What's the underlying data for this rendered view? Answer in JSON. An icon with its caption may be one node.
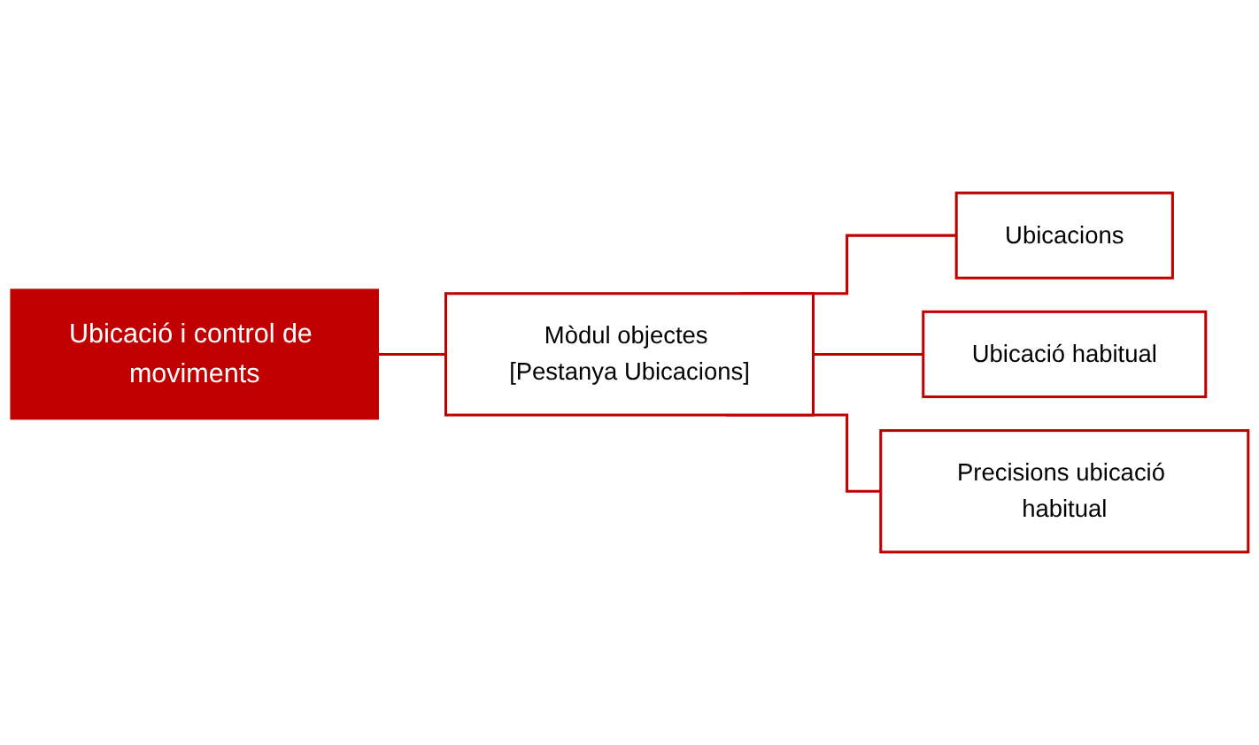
{
  "diagram": {
    "nodes": [
      {
        "text": [
          "Ubicació i control de moviments"
        ]
      },
      {
        "text": [
          "Mòdul objectes [Pestanya Ubicacions]"
        ]
      },
      {
        "text": [
          "Ubicacions"
        ]
      },
      {
        "text": [
          "Ubicació habitual"
        ]
      },
      {
        "text": [
          "Precisions ubicació habitual"
        ]
      }
    ],
    "edges": [
      {
        "from": 0,
        "to": 1,
        "arrow": "none"
      },
      {
        "from": 1,
        "to": 2,
        "arrow": "none"
      },
      {
        "from": 1,
        "to": 3,
        "arrow": "none"
      },
      {
        "from": 1,
        "to": 4,
        "arrow": "none"
      }
    ]
  }
}
